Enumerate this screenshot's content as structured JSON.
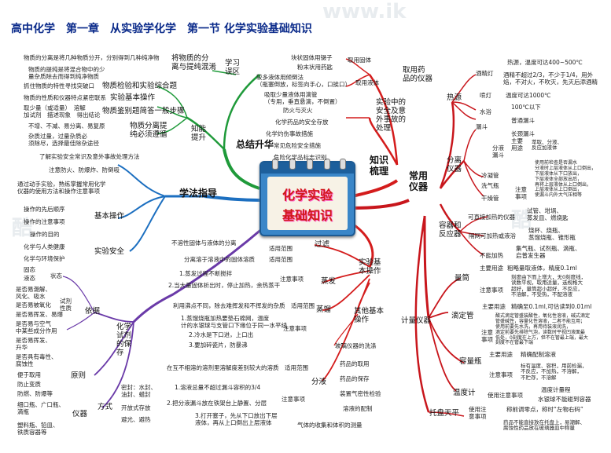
{
  "watermarks": [
    "www.ik",
    "www.ik",
    "酷"
  ],
  "title": "高中化学　第一章　从实验学化学　第一节 化学实验基础知识",
  "center": {
    "line1": "化学实验",
    "line2": "基础知识"
  },
  "branches": {
    "summary": "总结升华",
    "methods": "学法指导",
    "knowledge": "知识梳理",
    "instruments": "常用仪器"
  },
  "review": {
    "label": "学习\n误区",
    "items": [
      "物质的分离是将几种物质分开，分别得到几种纯净物",
      "物质的提纯是将混合物中的少\n量杂质除去而得到纯净物质",
      "将物质的分\n离与提纯混淆"
    ]
  },
  "improve": {
    "label": "知能\n提升",
    "items": [
      "抓住物质的特性寻找突破口",
      "物质的性质和仪器特点紧密联系",
      "物质检验和实验综合题",
      "实验基本操作",
      "取少量（或适量）　溶解\n加试剂　描述现象　得出结论",
      "物质鉴别题简答一般步骤",
      "不增、不减、易分离、易复原",
      "杂质过量，过量杂质必\n须除尽，选择最佳除杂途径",
      "物质分离提\n纯必须遵循"
    ]
  },
  "methods_items": [
    "了解实验安全常识及意外事故处理方法",
    "注意防火、防爆炸、防倒吸",
    "通过动手实验，熟练掌握常用化学\n仪器的使用方法和操作注意事项",
    "基本操作",
    "操作的先后顺序",
    "操作的注意事项",
    "操作的目的",
    "实验安全",
    "化学与人类健康",
    "化学与环境保护"
  ],
  "storage": {
    "label": "化学\n试剂\n的保\n存",
    "state": "状态",
    "state_items": [
      "固态",
      "液态"
    ],
    "basis": "依据",
    "property": "试剂\n性质",
    "property_items": [
      "是否易潮解、\n风化、吸水",
      "是否易被氧化",
      "是否易挥发、易爆",
      "是否易与空气\n中某些成分作用",
      "是否易挥发、\n升华",
      "是否具有毒性、\n腐蚀性"
    ],
    "principle": "原则",
    "principle_items": [
      "便于取用",
      "防止变质",
      "防燃、防爆等"
    ],
    "manner": "方式",
    "manner_items": [
      "密封：水封、\n油封、蜡封",
      "开放式存放",
      "避光、避热"
    ],
    "container": "仪器",
    "container_items": [
      "细口瓶、广口瓶、\n滴瓶",
      "塑料瓶、铅皿、\n铁质容器等"
    ]
  },
  "knowledge_items": {
    "drug_take": "取用药\n品的仪器",
    "solid": "块状固体用镊子",
    "solid2": "粉末状用药匙",
    "solid_label": "取用固体",
    "liquid": "较多液体用倾倒法\n（瓶塞倒放，标签向手心，口挨口）",
    "liquid2": "吸取少量液体用滴管\n（专用，垂直悬滴，不倒置）",
    "liquid_label": "取用液体",
    "safety": "实验中的\n安全及意\n外事故的\n处理",
    "safety_items": [
      "防火与灭火",
      "化学药品的安全存放",
      "化学灼伤事故措施",
      "常见危险安全措施",
      "危险化学品标志识别"
    ],
    "basic": "实验基\n本操作",
    "filter": "过滤",
    "evap": "蒸发",
    "distill": "蒸馏",
    "extract": "分液",
    "other": "其他基本\n操作",
    "filter_range": "适用范围",
    "filter_text": "不溶性固体与液体的分离",
    "evap_range": "适用范围",
    "evap_text": "分离溶于溶液中的固体溶质",
    "evap_notes": [
      "1.蒸发过程不断搅拌",
      "2.当大量固体析出时，停止加热，余热蒸干"
    ],
    "evap_note_label": "注意事项",
    "distill_text": "利用沸点不同，除去难挥发和不挥发的杂质　适用范围",
    "distill_notes": [
      "1.蒸馏烧瓶加热要垫石棉网，温度\n计的水银球与支管口下缘位于同一水平线",
      "2.冷水是下口进，上口出",
      "3.要加碎瓷片，防暴沸"
    ],
    "distill_note_label": "注意事项",
    "extract_text": "在互不相溶的溶剂里溶解度差别较大的溶质　适用范围",
    "extract_notes": [
      "1.溶液总量不超过漏斗容积的3/4",
      "2.把分液漏斗放在铁架台上静置、分层",
      "3.打开塞子，先从下口放出下层\n液体，再从上口倒出上层液体"
    ],
    "extract_note_label": "注意事项",
    "other_items": [
      "玻璃仪器的洗涤",
      "药品的取用",
      "药品的保存",
      "装置气密性检验",
      "溶液的配制",
      "气体的收集和体积的测量"
    ]
  },
  "instruments": {
    "heat": "热源",
    "lamp": "酒精灯",
    "lamp_items": [
      "热源，温度可达400~500℃",
      "酒精不超过2/3，不少于1/4，用外\n焰，不对火，不吹灭，先灭后添酒精"
    ],
    "torch": "喷灯",
    "torch_text": "温度可达1000℃",
    "water": "水浴",
    "water_text": "100℃以下",
    "sep": "分离\n仪器",
    "funnel": "漏斗",
    "funnel_items": [
      "普通漏斗",
      "长颈漏斗",
      "分液\n漏斗"
    ],
    "funnel_use": "主要\n用途",
    "funnel_use_text": "萃取、分液、\n反应加液体",
    "funnel_note": "注意\n事项",
    "funnel_note_text": "使用前检查是否漏水\n分液时上层液体从上口倒出，\n下层液体从下口放出，\n下层液体全部放出后，\n再将上层液体从上口倒出，\n上层液体从上口倒出，\n使漏斗内外大气压相等",
    "cond": "冷凝管",
    "wash": "洗气瓶",
    "dry": "干燥管",
    "vessel": "容器和\n反应器",
    "direct": "可直接加热的仪器",
    "direct_text": "试管、坩埚、\n蒸发皿、燃烧匙",
    "asbestos": "隔网可加热或液浴",
    "asbestos_text": "烧杯、烧瓶、\n蒸馏烧瓶、锥形瓶",
    "noheat": "不能加热",
    "noheat_text": "集气瓶、试剂瓶、滴瓶、\n启普发生器",
    "measure": "计量仪器",
    "cylinder": "量筒",
    "cyl_use_label": "主要用途",
    "cyl_use": "粗略量取液体，精度0.1ml",
    "cyl_note_label": "注意事项",
    "cyl_note": "刻度由下而上增大，无0刻度线，\n读数平视，取用适量，选规格大\n超好，量筒超小超好，不反应，\n不溶解，不受热，不配溶液",
    "burette": "滴定管",
    "bur_use_label": "主要用途",
    "bur_use": "精确至0.1ml,可估读到0.01ml",
    "bur_note_label": "注意\n事项",
    "bur_note": "酸式滴定管盛装酸性，氧化性溶液，碱式滴定\n管盛碱性，容量化性溶液，二者不能互用；\n使用前要先水洗，再用待装液润洗，\n滴定前要先排除气泡，读数时平视凹液面最\n低处，0刻度在上方，但不在管最上端，最大\n刻度不在管最下端",
    "flask": "容量瓶",
    "flask_use_label": "主要用途",
    "flask_use": "精确配制溶液",
    "flask_note_label": "注意事项",
    "flask_note": "标有温度、容积，用前检漏，\n不反应，不加热，不溶解，\n不贮存，不溶解",
    "thermo": "温度计",
    "thermo_use": "使用注意事项",
    "thermo_note": "温度计量程",
    "thermo_note2": "水银球不能碰到容器",
    "balance": "托盘天平",
    "balance_use": "使用注\n意事项",
    "balance_items": [
      "称前调零点，称时“左物右码”",
      "药品不能直接放在托盘上，易潮解、\n腐蚀性药品放在玻璃器皿中称量"
    ]
  }
}
